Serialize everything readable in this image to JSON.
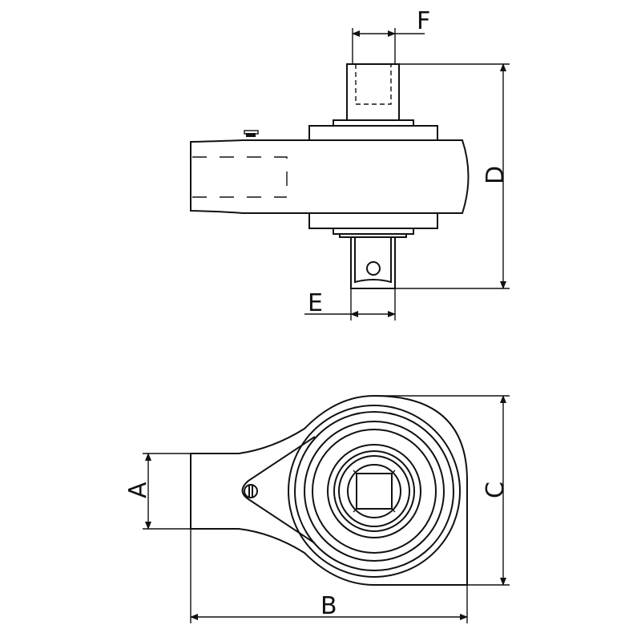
{
  "dimensions": {
    "a": "A",
    "b": "B",
    "c": "C",
    "d": "D",
    "e": "E",
    "f": "F"
  },
  "colors": {
    "line": "#111111",
    "background": "#ffffff"
  }
}
